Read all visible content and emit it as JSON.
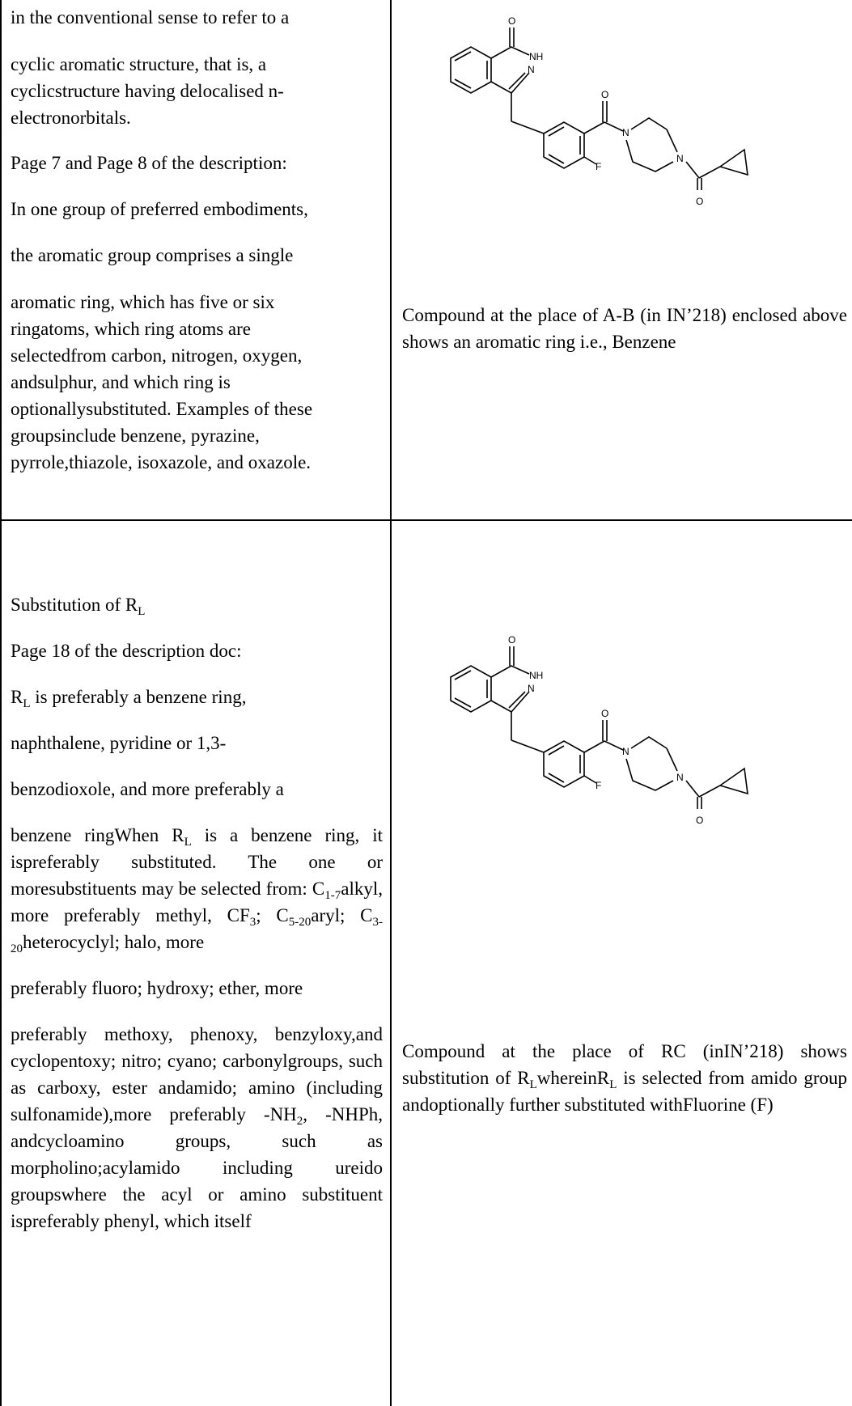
{
  "row1": {
    "left": {
      "p1": "in the conventional sense to refer to a",
      "p2a": "cyclic aromatic structure, that is, a",
      "p2b": "cyclicstructure having delocalised n-",
      "p2c": "electronorbitals.",
      "p3": "Page 7 and Page 8 of the description:",
      "p4": "In one group of preferred embodiments,",
      "p5": "the aromatic group comprises a single",
      "p6a": "aromatic ring, which has five or six",
      "p6b": "ringatoms, which ring atoms are",
      "p6c": "selectedfrom carbon, nitrogen, oxygen,",
      "p6d": "andsulphur, and which ring is",
      "p6e": "optionallysubstituted. Examples of these",
      "p6f": "groupsinclude benzene, pyrazine,",
      "p6g": "pyrrole,thiazole, isoxazole, and oxazole."
    },
    "right": {
      "caption": "Compound at the place of A-B (in IN’218) enclosed above shows an aromatic ring i.e., Benzene"
    }
  },
  "row2": {
    "left": {
      "heading_a": "Substitution of R",
      "heading_sub": "L",
      "p1": "Page 18 of the description doc:",
      "p2_r": "R",
      "p2_sub": "L",
      "p2_rest": " is preferably a benzene ring,",
      "p3": "naphthalene, pyridine or 1,3-",
      "p4": "benzodioxole, and more preferably a",
      "b1": "benzene ringWhen R",
      "b1_sub": "L",
      "b2": " is a benzene ring, it ispreferably substituted. The one or moresubstituents may be selected from: C",
      "b2_sub": "1-7",
      "b3": "alkyl, more preferably methyl, CF",
      "b3_sub": "3",
      "b4": "; C",
      "b4_sub": "5-20",
      "b5": "aryl; C",
      "b5_sub": "3-20",
      "b6": "heterocyclyl; halo, more",
      "p5": "preferably fluoro; hydroxy; ether, more",
      "c1": "preferably methoxy, phenoxy, benzyloxy,and cyclopentoxy; nitro; cyano; carbonylgroups, such as carboxy, ester andamido; amino (including sulfonamide),more preferably -NH",
      "c1_sub": "2",
      "c2": ", -NHPh, andcycloamino groups, such as morpholino;acylamido including ureido groupswhere the acyl or amino substituent ispreferably phenyl, which itself"
    },
    "right": {
      "c_a": "Compound at the place of RC (inIN’218) shows substitution of R",
      "c_sub1": "L",
      "c_b": "whereinR",
      "c_sub2": "L",
      "c_c": " is selected from amido group andoptionally further substituted withFluorine (F)"
    }
  },
  "molecule": {
    "atom_o": "O",
    "atom_nh": "NH",
    "atom_n": "N",
    "atom_f": "F"
  }
}
